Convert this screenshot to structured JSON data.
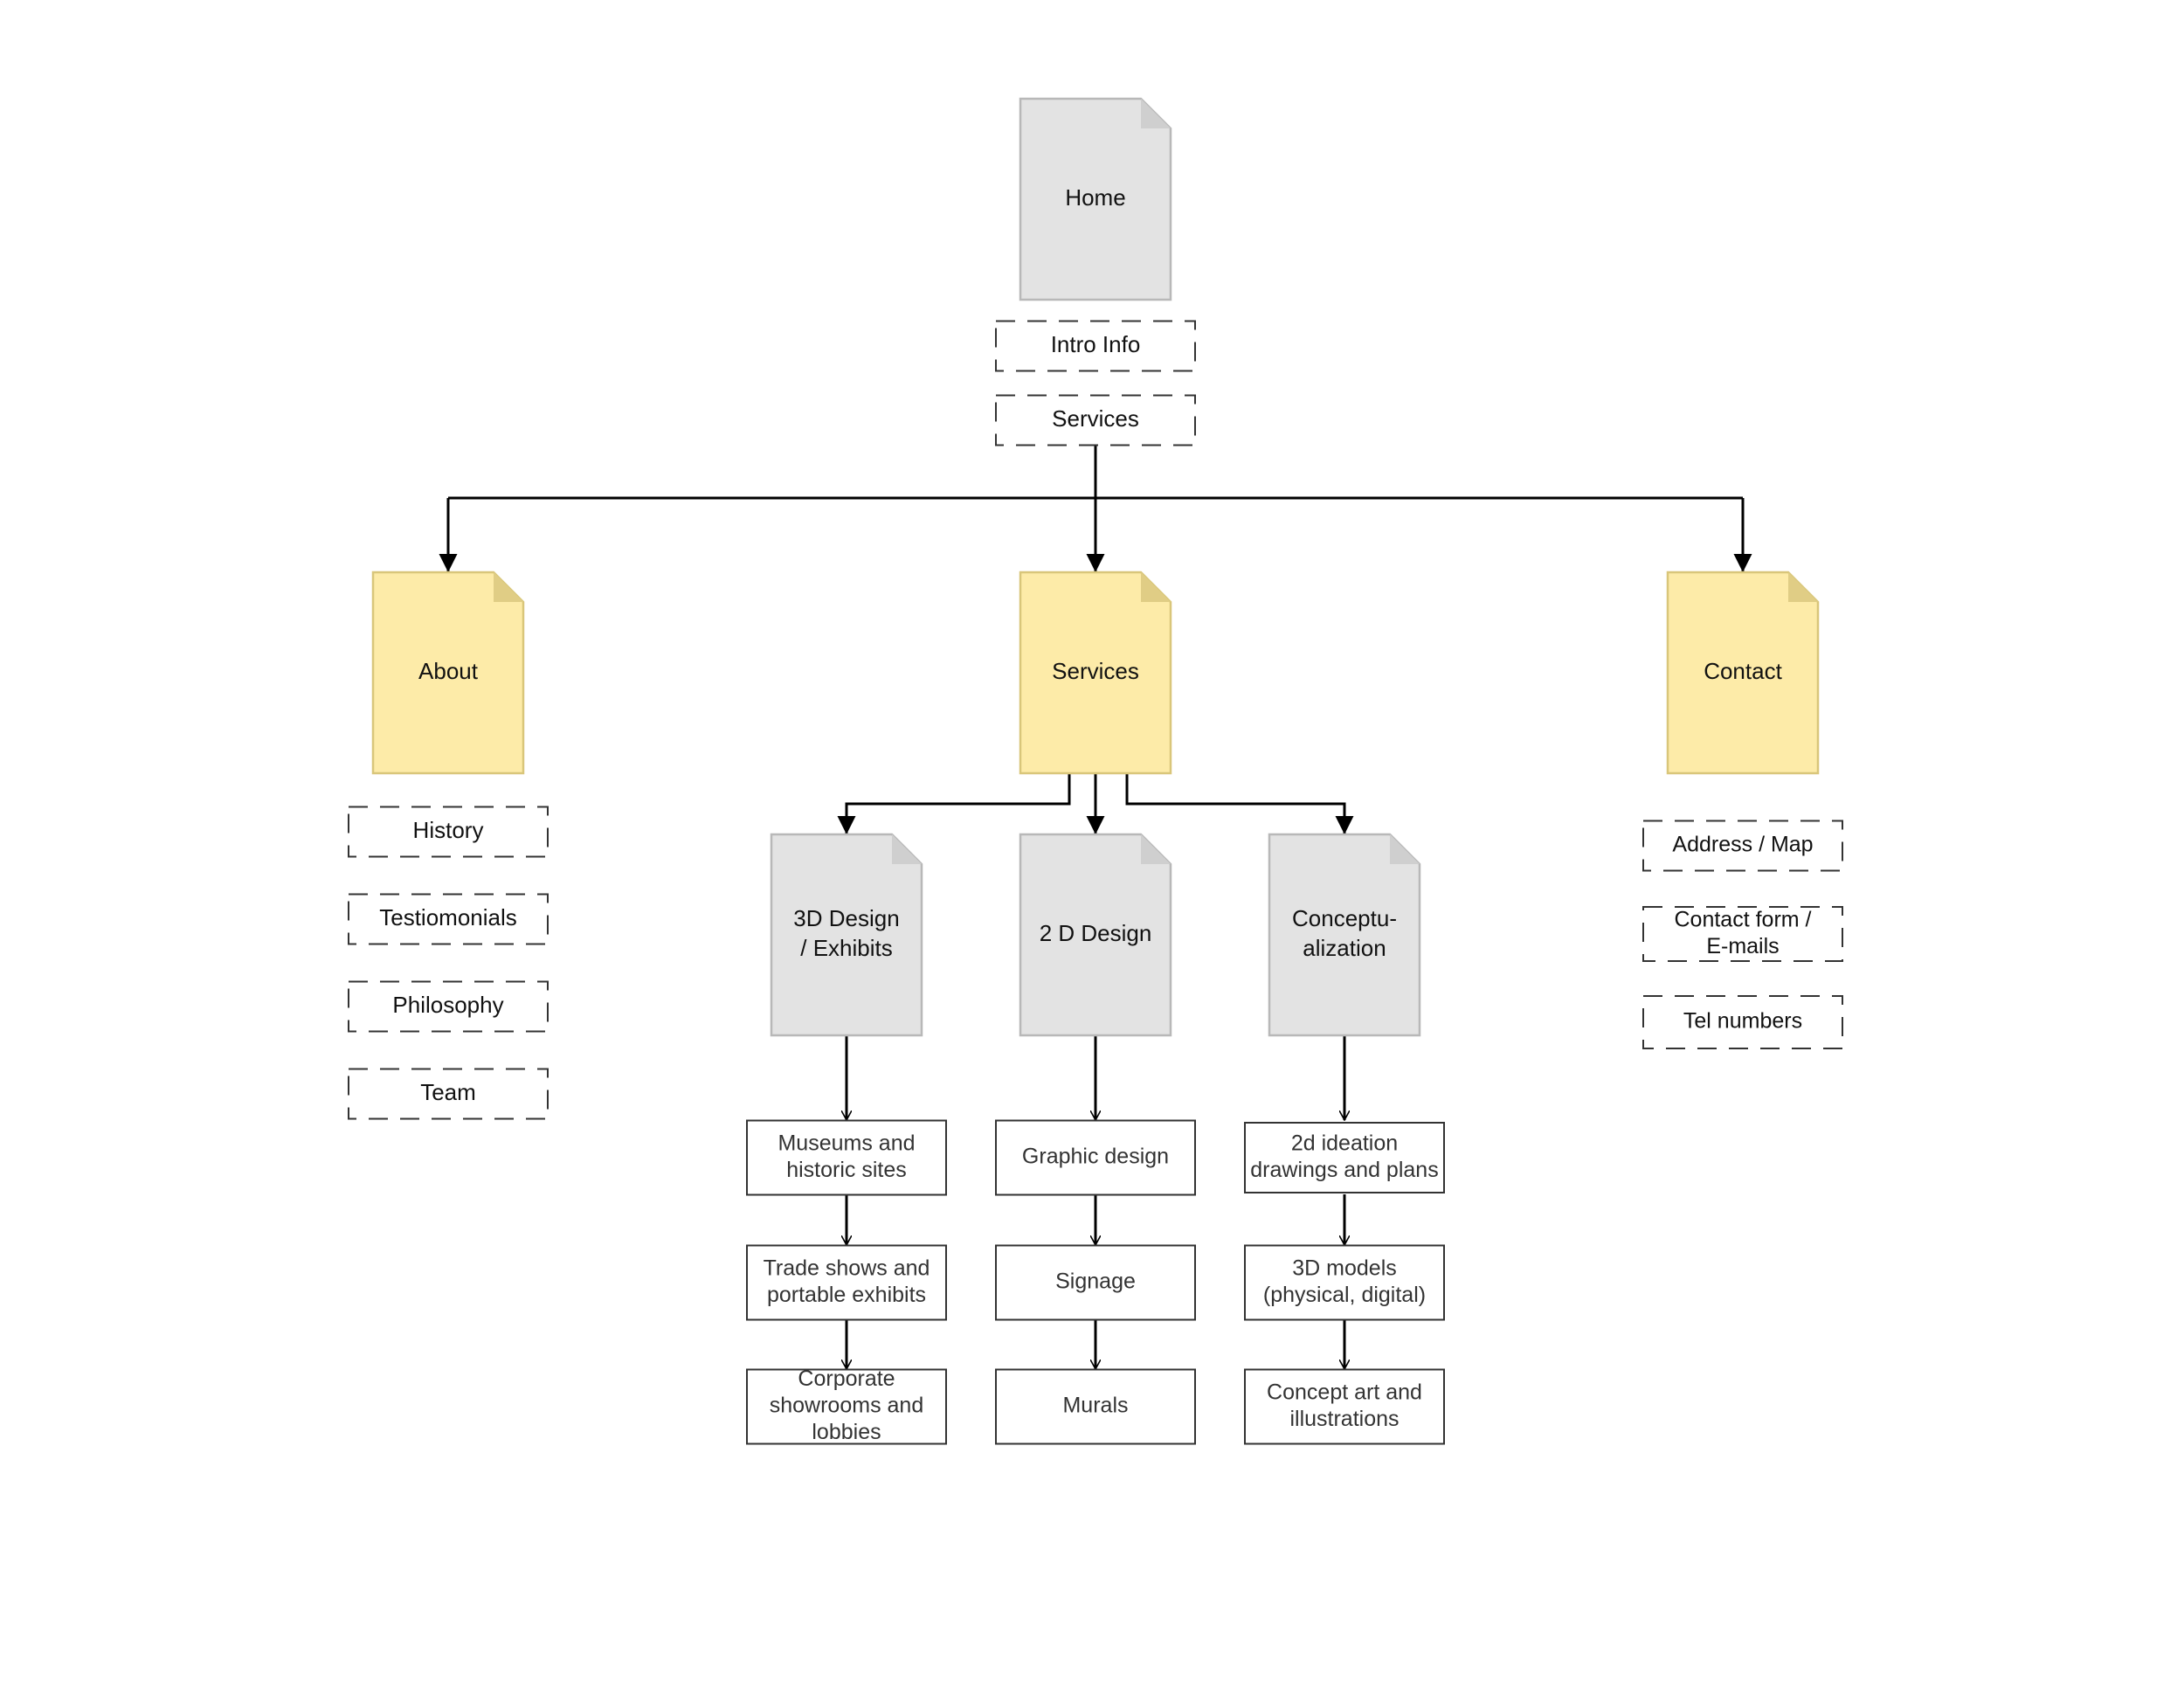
{
  "colors": {
    "page_fill": "#e3e3e3",
    "page_stroke": "#b8b8b8",
    "page_fold": "#cfcfcf",
    "section_fill": "#fdeba8",
    "section_stroke": "#d9c67a",
    "section_fold": "#e0cd85",
    "connector": "#000000",
    "box_stroke": "#333333"
  },
  "home": {
    "label": "Home",
    "sections": [
      "Intro Info",
      "Services"
    ]
  },
  "about": {
    "label": "About",
    "sections": [
      "History",
      "Testiomonials",
      "Philosophy",
      "Team"
    ]
  },
  "services": {
    "label": "Services",
    "subpages": [
      {
        "label": [
          "3D Design",
          "/ Exhibits"
        ],
        "items": [
          [
            "Museums and",
            "historic sites"
          ],
          [
            "Trade shows and",
            "portable exhibits"
          ],
          [
            "Corporate",
            "showrooms and",
            "lobbies"
          ]
        ]
      },
      {
        "label": [
          "2 D Design"
        ],
        "items": [
          [
            "Graphic design"
          ],
          [
            "Signage"
          ],
          [
            "Murals"
          ]
        ]
      },
      {
        "label": [
          "Conceptu-",
          "alization"
        ],
        "items": [
          [
            "2d ideation",
            "drawings and plans"
          ],
          [
            "3D models",
            "(physical, digital)"
          ],
          [
            "Concept art and",
            "illustrations"
          ]
        ]
      }
    ]
  },
  "contact": {
    "label": "Contact",
    "sections": [
      [
        "Address / Map"
      ],
      [
        "Contact form /",
        "E-mails"
      ],
      [
        "Tel numbers"
      ]
    ]
  }
}
